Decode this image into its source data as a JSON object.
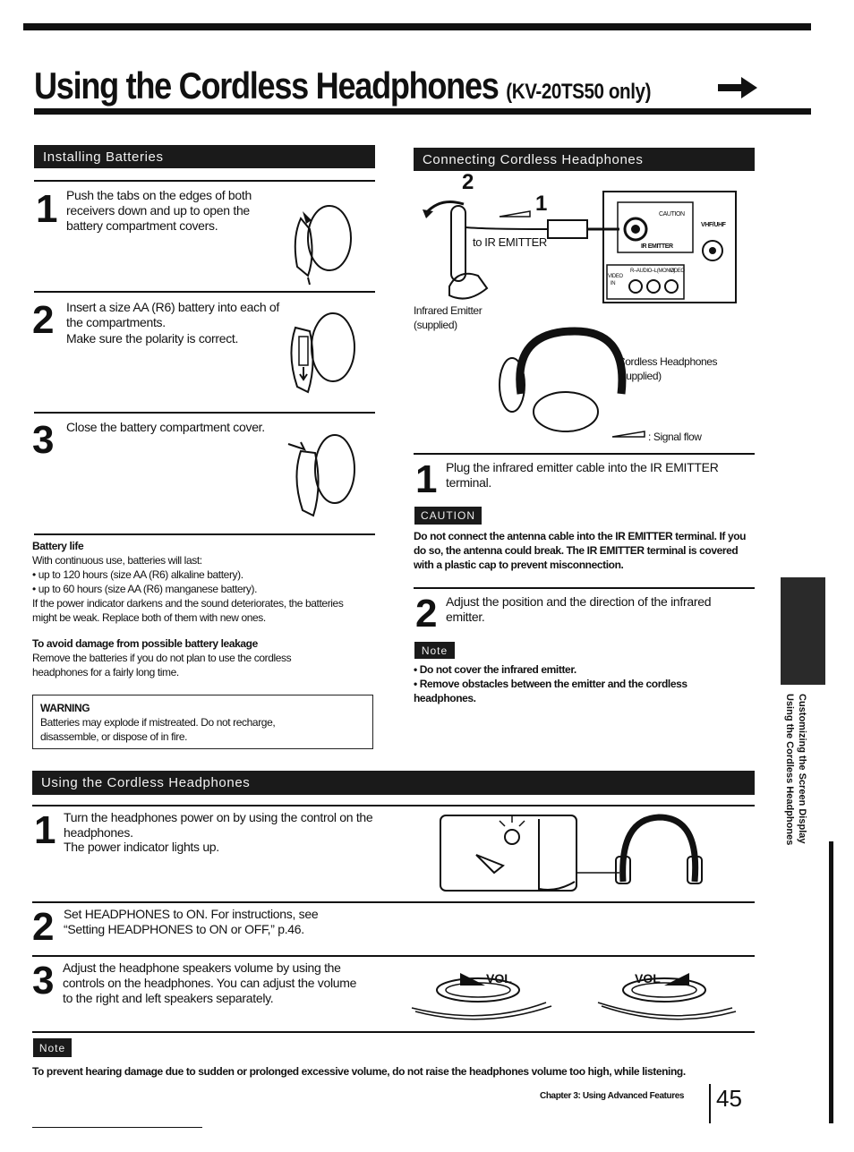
{
  "page": {
    "title": "Using the Cordless Headphones",
    "title_model": "(KV-20TS50 only)",
    "arrow_icon": "right-arrow-icon",
    "footer_chapter": "Chapter 3: Using Advanced Features",
    "page_number": "45",
    "side_tab_line1": "Customizing the Screen Display",
    "side_tab_line2": "Using the Cordless Headphones"
  },
  "installing": {
    "heading": "Installing Batteries",
    "steps": [
      {
        "num": "1",
        "text": "Push the tabs on the edges of both receivers down and up to open the battery compartment covers."
      },
      {
        "num": "2",
        "line1": "Insert a size AA (R6) battery into each of the compartments.",
        "line2": "Make sure the polarity is correct."
      },
      {
        "num": "3",
        "text": "Close the battery compartment cover."
      }
    ],
    "battery_life_title": "Battery life",
    "battery_life_intro": "With continuous use, batteries will last:",
    "battery_life_items": [
      "up to 120 hours (size AA (R6) alkaline battery).",
      "up to 60 hours (size AA (R6) manganese battery)."
    ],
    "battery_life_note": "If the power indicator darkens and the sound deteriorates, the batteries might be weak. Replace both of them with new ones.",
    "leak_title": "To avoid damage from possible battery leakage",
    "leak_text": "Remove the batteries if you do not plan to use the cordless headphones for a fairly long time.",
    "warning_title": "WARNING",
    "warning_text": "Batteries may explode if mistreated. Do not recharge, disassemble, or dispose of in fire."
  },
  "connecting": {
    "heading": "Connecting Cordless Headphones",
    "diagram": {
      "step_2": "2",
      "step_1": "1",
      "ir_label": "to IR EMITTER",
      "emitter_label_1": "Infrared Emitter",
      "emitter_label_2": "(supplied)",
      "headphones_label_1": "Cordless Headphones",
      "headphones_label_2": "(supplied)",
      "signal_flow": ": Signal flow",
      "panel_caution": "CAUTION",
      "panel_vhf": "VHF/UHF",
      "panel_ir": "IR EMITTER",
      "panel_video": "VIDEO",
      "panel_in": "IN",
      "panel_audio": "R–AUDIO–L(MONO)",
      "panel_video2": "VIDEO"
    },
    "step1_num": "1",
    "step1_text": "Plug the infrared emitter cable into the IR EMITTER terminal.",
    "caution_tag": "CAUTION",
    "caution_text": "Do not connect the antenna cable into the IR EMITTER terminal. If you do so, the antenna could break. The IR EMITTER terminal is covered with a plastic cap to prevent misconnection.",
    "step2_num": "2",
    "step2_text": "Adjust the position and the direction of the infrared emitter.",
    "note_tag": "Note",
    "note_items": [
      "Do not cover the infrared emitter.",
      "Remove obstacles between the emitter and the cordless headphones."
    ]
  },
  "using": {
    "heading": "Using the Cordless Headphones",
    "steps": [
      {
        "num": "1",
        "line1": "Turn the headphones power on by using the control on the headphones.",
        "line2": "The power indicator lights up."
      },
      {
        "num": "2",
        "text": "Set HEADPHONES to ON. For instructions, see “Setting HEADPHONES to ON or OFF,” p.46."
      },
      {
        "num": "3",
        "text": "Adjust the headphone speakers volume by using the controls on the headphones. You can adjust the volume to the right and left speakers separately."
      }
    ],
    "vol_left": "VOL",
    "vol_right": "VOL",
    "note_tag": "Note",
    "note_text": "To prevent hearing damage due to sudden or prolonged excessive volume, do not raise the headphones volume too high, while listening."
  },
  "colors": {
    "ink": "#111111",
    "bar": "#1a1a1a",
    "paper": "#ffffff"
  }
}
